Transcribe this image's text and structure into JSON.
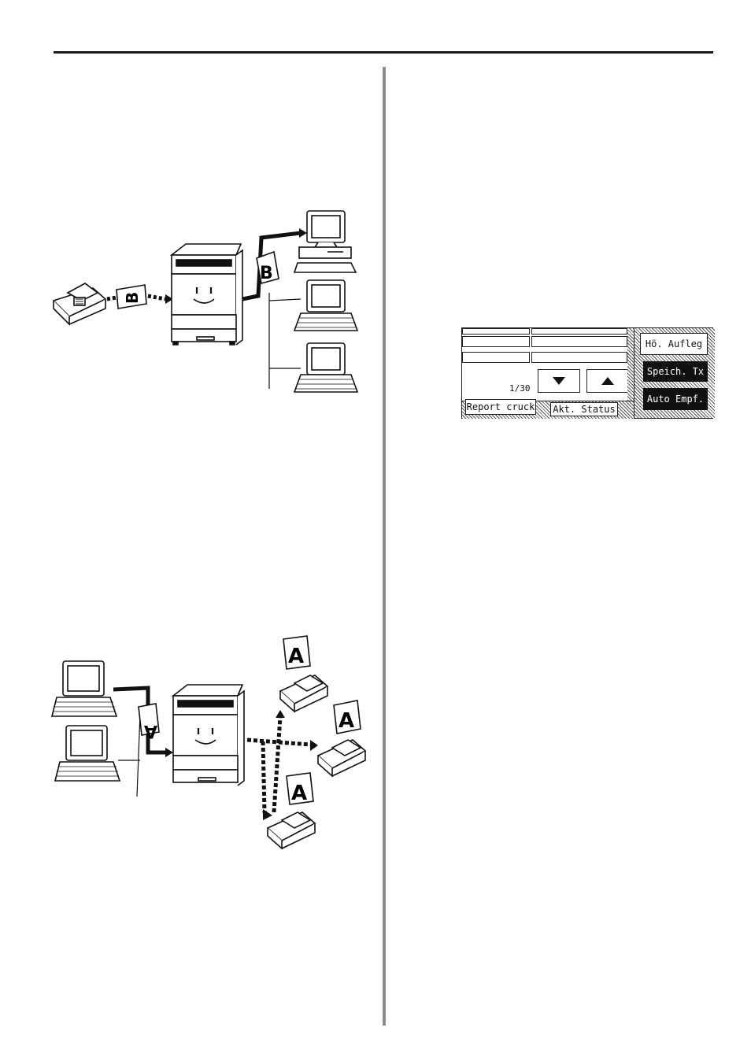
{
  "figure1": {
    "document_letter": "B"
  },
  "figure2": {
    "document_letter": "A"
  },
  "panel": {
    "page_indicator": "1/30",
    "buttons": {
      "on_hook": "Hö. Aufleg",
      "memory_tx": "Speich. Tx",
      "auto_receive": "Auto Empf."
    },
    "tabs": {
      "report_print": "Report cruck",
      "current_status": "Akt. Status"
    },
    "icons": {
      "down": "down-triangle-icon",
      "up": "up-triangle-icon"
    }
  }
}
